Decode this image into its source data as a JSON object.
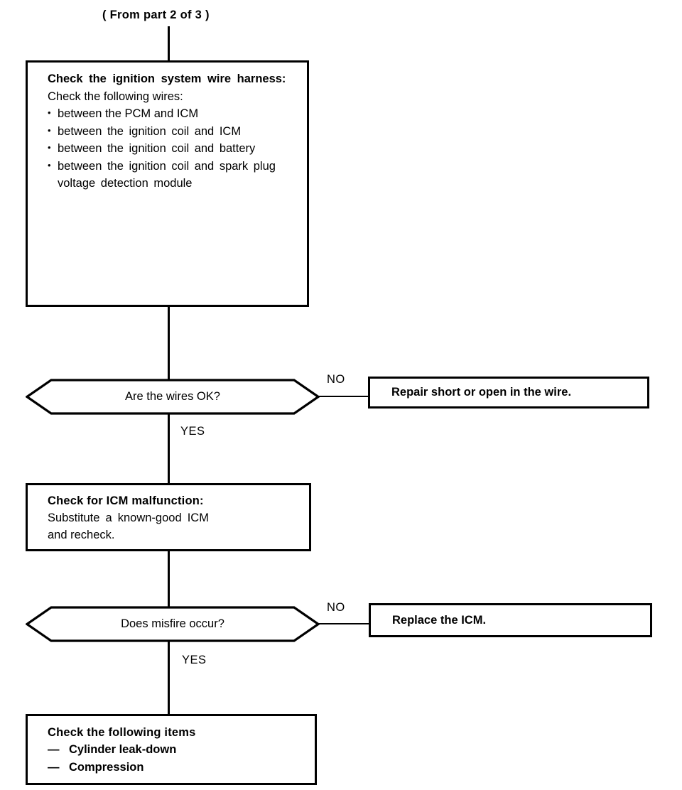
{
  "diagram": {
    "title_note": "( From part 2 of 3 )",
    "type": "flowchart",
    "nodes": {
      "check_harness": {
        "heading": "Check the ignition system wire harness:",
        "subheading": "Check the following wires:",
        "items": [
          "between the PCM and ICM",
          "between the ignition coil and ICM",
          "between the ignition coil and battery",
          "between the ignition coil and spark plug voltage detection module"
        ]
      },
      "decision_wires": {
        "label": "Are the wires OK?",
        "yes_label": "YES",
        "no_label": "NO"
      },
      "repair_wire": {
        "label": "Repair short or open in the wire."
      },
      "check_icm": {
        "heading": "Check for ICM malfunction:",
        "body_line1": "Substitute a known-good ICM",
        "body_line2": "and recheck."
      },
      "decision_misfire": {
        "label": "Does misfire occur?",
        "yes_label": "YES",
        "no_label": "NO"
      },
      "replace_icm": {
        "label": "Replace the ICM."
      },
      "check_items": {
        "heading": "Check the following items",
        "items": [
          "Cylinder leak-down",
          "Compression"
        ]
      }
    },
    "colors": {
      "stroke": "#000000",
      "background": "#ffffff"
    }
  }
}
